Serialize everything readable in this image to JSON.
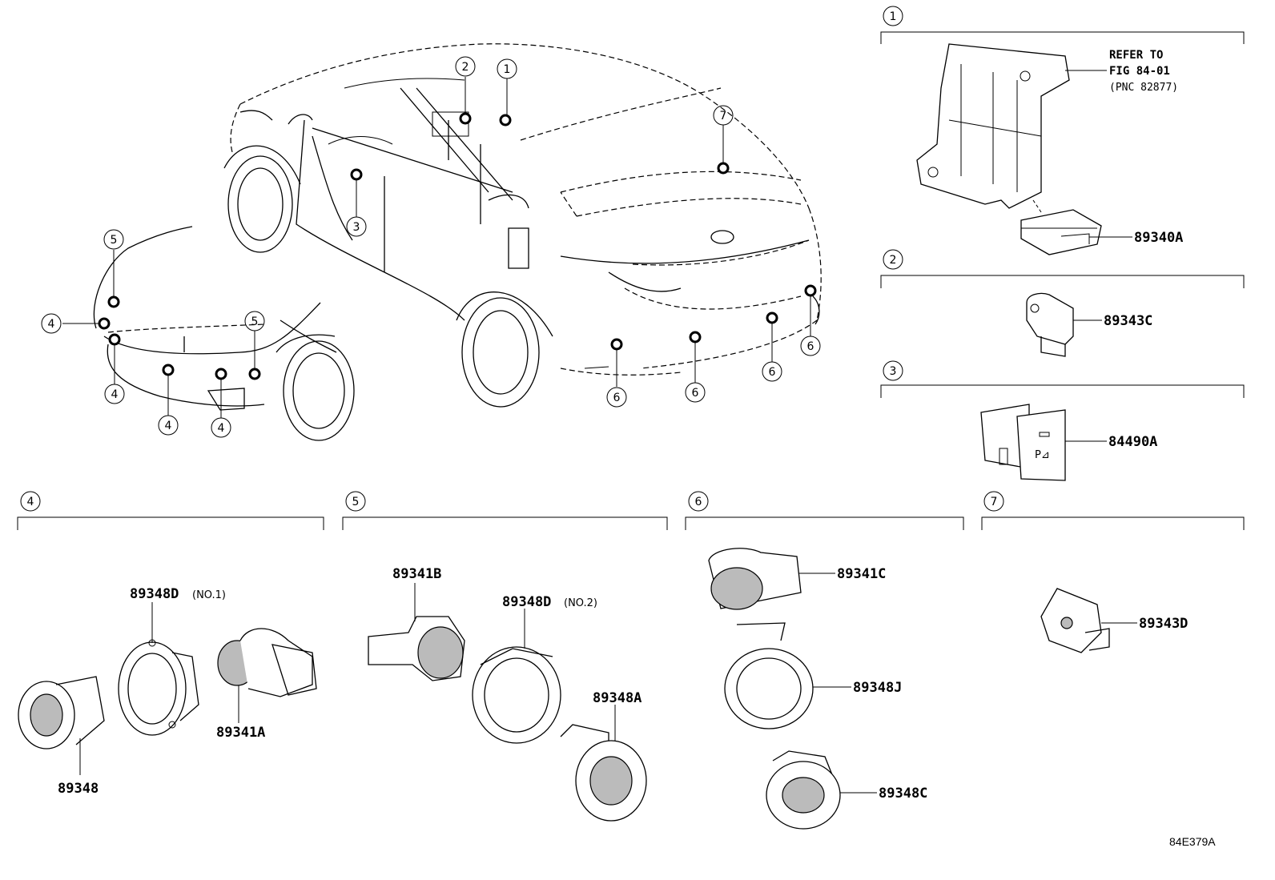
{
  "diagram": {
    "figure_code": "84E379A",
    "reference_note": {
      "line1": "REFER TO",
      "line2": "FIG 84-01",
      "line3": "(PNC 82877)"
    },
    "groups": [
      {
        "number": "1"
      },
      {
        "number": "2"
      },
      {
        "number": "3"
      },
      {
        "number": "4"
      },
      {
        "number": "5"
      },
      {
        "number": "6"
      },
      {
        "number": "7"
      }
    ],
    "vehicle_callouts": [
      "1",
      "2",
      "3",
      "4",
      "4",
      "4",
      "4",
      "5",
      "5",
      "6",
      "6",
      "6",
      "6",
      "7"
    ],
    "parts": {
      "p89340A": "89340A",
      "p89343C": "89343C",
      "p84490A": "84490A",
      "p89348": "89348",
      "p89348D_1": "89348D",
      "p89348D_1_note": "(NO.1)",
      "p89341A": "89341A",
      "p89341B": "89341B",
      "p89348D_2": "89348D",
      "p89348D_2_note": "(NO.2)",
      "p89348A": "89348A",
      "p89341C": "89341C",
      "p89348J": "89348J",
      "p89348C": "89348C",
      "p89343D": "89343D"
    }
  }
}
